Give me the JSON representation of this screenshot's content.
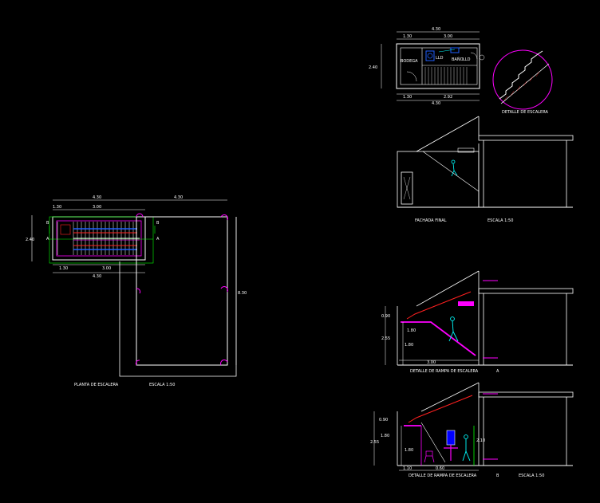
{
  "colors": {
    "background": "#000000",
    "wall": "#ffffff",
    "dimension": "#ffffff",
    "magenta": "#ff00ff",
    "green": "#00ff00",
    "cyan": "#00ffff",
    "red": "#ff2020",
    "blue": "#2060ff",
    "yellow": "#ffff00"
  },
  "plan": {
    "title": "PLANTA DE ESCALERA",
    "scale": "ESCALA 1:50",
    "dims": {
      "top_total": "4.30",
      "top_right": "4.30",
      "top_left": "1.30",
      "top_mid": "3.00",
      "bot_left": "1.30",
      "bot_mid": "3.00",
      "bot_total": "4.30",
      "left_height": "2.40",
      "right_height": "8.30"
    },
    "cut_labels": [
      "B",
      "A",
      "A",
      "B"
    ]
  },
  "detail_plan": {
    "dims": {
      "top_total": "4.30",
      "top_left": "1.30",
      "top_right": "3.00",
      "left": "2.40",
      "bot_left": "1.30",
      "bot_right": "2.92",
      "bot_total": "4.30"
    },
    "room_labels": [
      "BODEGA",
      "BAÑO",
      "LLD",
      "LLD"
    ]
  },
  "stair_detail": {
    "title": "DETALLE DE ESCALERA"
  },
  "fachada": {
    "title": "FACHADA FINAL",
    "scale": "ESCALA 1:50"
  },
  "section_a": {
    "title": "DETALLE DE RAMPA DE ESCALERA",
    "letter": "A",
    "dims": {
      "left_top": "0.90",
      "left_total": "2.55",
      "inner_a": "1.80",
      "inner_b": "1.80",
      "bottom": "3.00"
    }
  },
  "section_b": {
    "title": "DETALLE DE RAMPA DE ESCALERA",
    "letter": "B",
    "scale": "ESCALA 1:50",
    "dims": {
      "left_top": "0.90",
      "left_total": "2.55",
      "inner": "1.80",
      "inner_b": "1.80",
      "mid": "2.10",
      "bottom_a": "1.10",
      "bottom_b": "0.60"
    }
  }
}
